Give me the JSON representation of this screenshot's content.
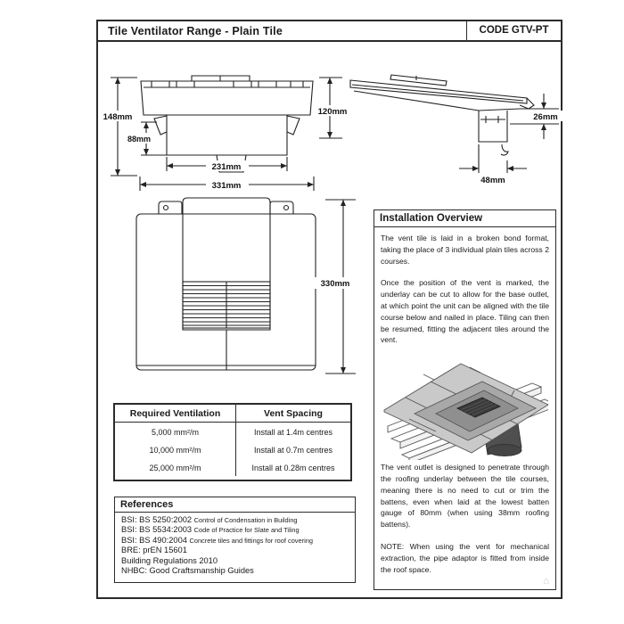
{
  "header": {
    "title": "Tile Ventilator Range - Plain Tile",
    "code": "CODE GTV-PT"
  },
  "drawings": {
    "front_view": {
      "dims": {
        "overall_height": "148mm",
        "lower_height": "88mm",
        "right_height": "120mm",
        "inner_width": "231mm",
        "overall_width": "331mm"
      }
    },
    "side_view": {
      "dims": {
        "profile_thickness": "26mm",
        "outlet_width": "48mm"
      }
    },
    "plan_view": {
      "dims": {
        "overall_length": "330mm"
      }
    }
  },
  "installation": {
    "title": "Installation Overview",
    "para1": "The vent tile is laid in a broken bond format, taking the place of 3 individual plain tiles across 2 courses.",
    "para2": "Once the position of the vent is marked, the underlay can be cut to allow for the base outlet, at which point the unit can be aligned with the tile course below and nailed in place. Tiling can then be resumed, fitting the adjacent tiles around the vent.",
    "para3": "The vent outlet is designed to penetrate through the roofing underlay between the tile courses, meaning there is no need to cut or trim the battens, even when laid at the lowest batten gauge of 80mm (when using 38mm roofing battens).",
    "para4": "NOTE: When using the vent for mechanical extraction, the pipe adaptor is fitted from inside the roof space.",
    "watermark": "⌂"
  },
  "ventilation_table": {
    "headers": [
      "Required Ventilation",
      "Vent Spacing"
    ],
    "rows": [
      [
        "5,000 mm²/m",
        "Install at 1.4m centres"
      ],
      [
        "10,000 mm²/m",
        "Install at 0.7m centres"
      ],
      [
        "25,000 mm²/m",
        "Install at 0.28m centres"
      ]
    ]
  },
  "references": {
    "title": "References",
    "items": [
      {
        "main": "BSI: BS 5250:2002 ",
        "detail": "Control of Condensation in Building"
      },
      {
        "main": "BSI: BS 5534:2003 ",
        "detail": "Code of Practice for Slate and Tiling"
      },
      {
        "main": "BSI: BS 490:2004 ",
        "detail": "Concrete tiles and fittings for roof covering"
      },
      {
        "main": "BRE: prEN 15601",
        "detail": ""
      },
      {
        "main": "Building Regulations 2010",
        "detail": ""
      },
      {
        "main": "NHBC: Good Craftsmanship Guides",
        "detail": ""
      }
    ]
  }
}
